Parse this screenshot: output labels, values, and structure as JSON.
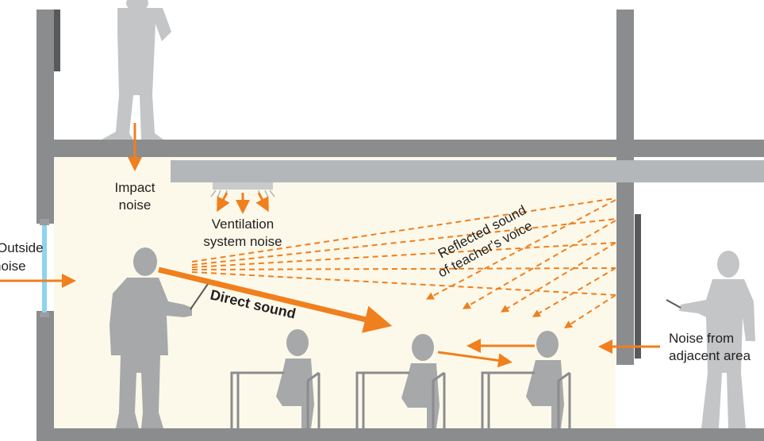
{
  "colors": {
    "room_fill": "#fdf9ea",
    "structure": "#8a8c8e",
    "duct": "#b4b7ba",
    "figure": "#a6a8aa",
    "arrow": "#f07f1e",
    "glass": "#8fd3f0",
    "text": "#231f20"
  },
  "icons": [
    "person-standing-icon",
    "teacher-icon",
    "student-icon",
    "desk-icon",
    "window-icon",
    "board-icon",
    "vent-icon"
  ],
  "labels": {
    "impact_1": "Impact",
    "impact_2": "noise",
    "ventilation_1": "Ventilation",
    "ventilation_2": "system noise",
    "outside_1": "Outside",
    "outside_2": "noise",
    "reflected_1": "Reflected sound",
    "reflected_2": "of teacher's voice",
    "direct": "Direct sound",
    "adjacent_1": "Noise from",
    "adjacent_2": "adjacent area"
  }
}
